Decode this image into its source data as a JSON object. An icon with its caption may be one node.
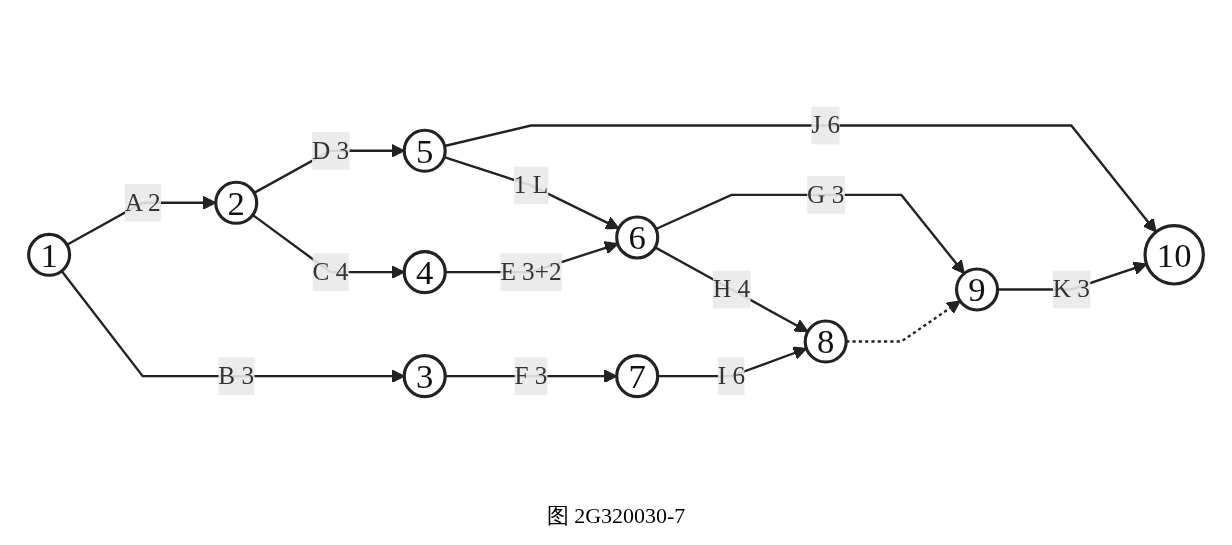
{
  "diagram": {
    "caption": "图 2G320030-7",
    "nodes": [
      {
        "text": [
          "1"
        ]
      },
      {
        "text": [
          "2"
        ]
      },
      {
        "text": [
          "3"
        ]
      },
      {
        "text": [
          "4"
        ]
      },
      {
        "text": [
          "5"
        ]
      },
      {
        "text": [
          "6"
        ]
      },
      {
        "text": [
          "7"
        ]
      },
      {
        "text": [
          "8"
        ]
      },
      {
        "text": [
          "9"
        ]
      },
      {
        "text": [
          "10"
        ]
      }
    ],
    "edges": [
      {
        "from": 0,
        "to": 1,
        "arrow": "to",
        "label": "A 2"
      },
      {
        "from": 0,
        "to": 2,
        "arrow": "to",
        "label": "B 3"
      },
      {
        "from": 1,
        "to": 4,
        "arrow": "to",
        "label": "D 3"
      },
      {
        "from": 1,
        "to": 3,
        "arrow": "to",
        "label": "C 4"
      },
      {
        "from": 4,
        "to": 5,
        "arrow": "to",
        "label": "1 L"
      },
      {
        "from": 4,
        "to": 9,
        "arrow": "to",
        "label": "J 6"
      },
      {
        "from": 3,
        "to": 5,
        "arrow": "to",
        "label": "E 3+2"
      },
      {
        "from": 5,
        "to": 8,
        "arrow": "to",
        "label": "G 3"
      },
      {
        "from": 5,
        "to": 7,
        "arrow": "to",
        "label": "H 4"
      },
      {
        "from": 2,
        "to": 6,
        "arrow": "to",
        "label": "F 3"
      },
      {
        "from": 6,
        "to": 7,
        "arrow": "to",
        "label": "I 6"
      },
      {
        "from": 7,
        "to": 8,
        "arrow": "to",
        "style": "dashed"
      },
      {
        "from": 8,
        "to": 9,
        "arrow": "to",
        "label": "K 3"
      }
    ]
  }
}
